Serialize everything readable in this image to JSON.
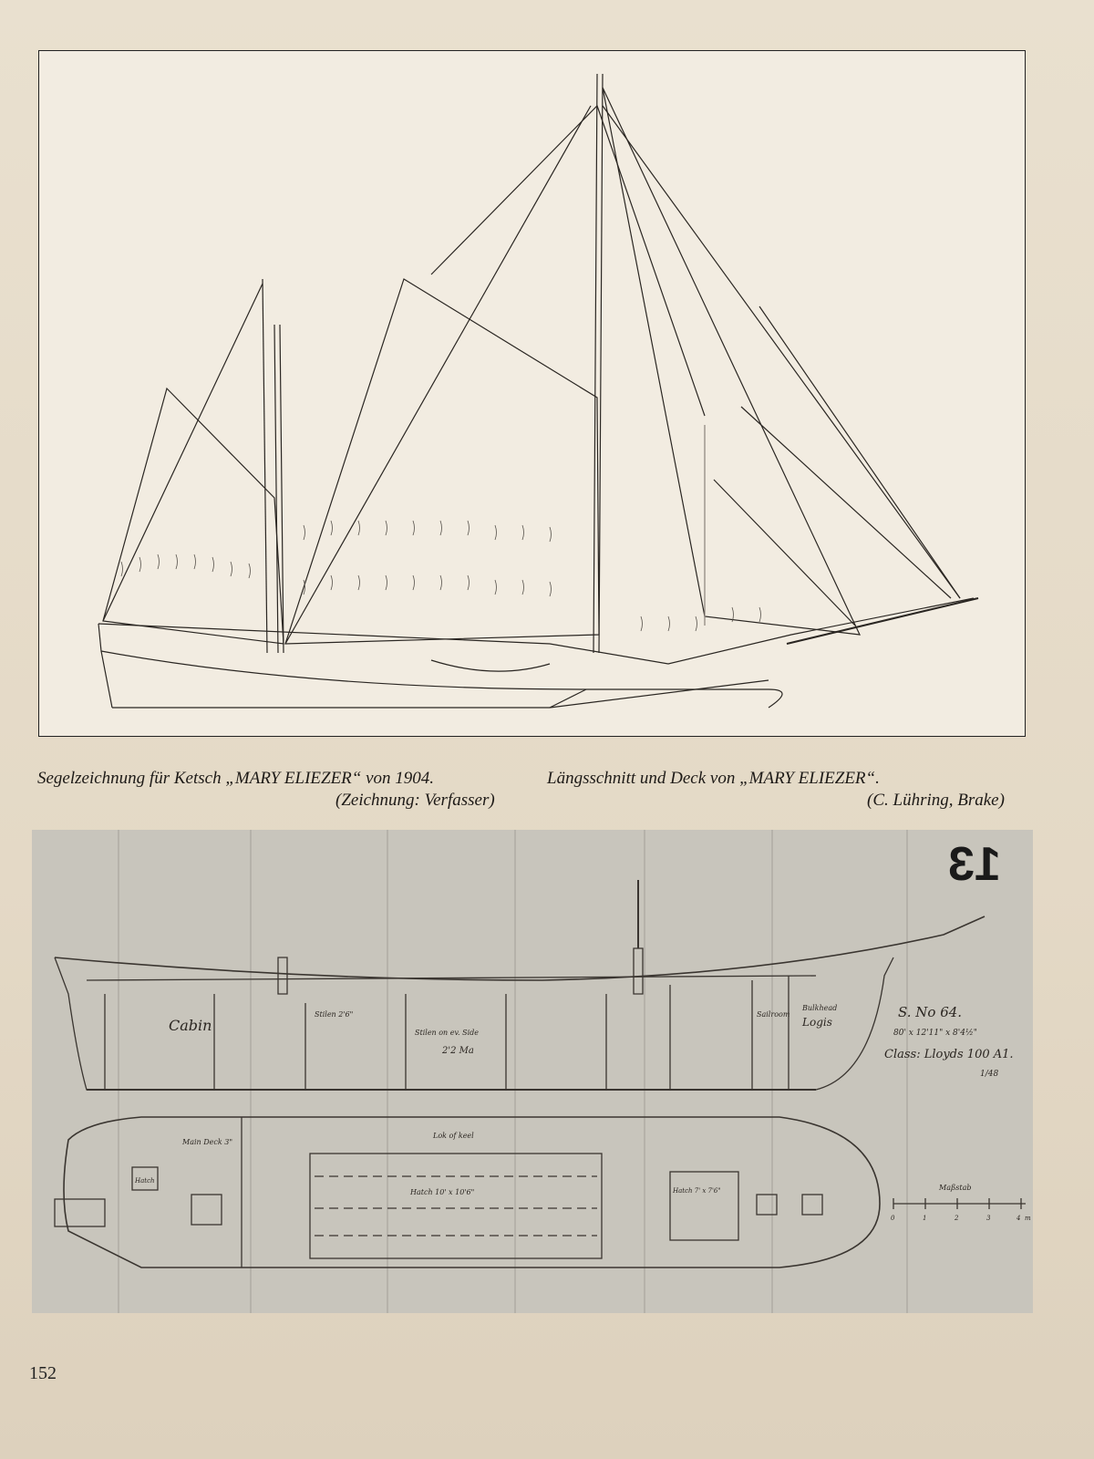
{
  "caption_left": {
    "title": "Segelzeichnung für Ketsch „MARY ELIEZER“ von 1904.",
    "credit": "(Zeichnung: Verfasser)"
  },
  "caption_right": {
    "title": "Längsschnitt und Deck von „MARY ELIEZER“.",
    "credit": "(C. Lühring, Brake)"
  },
  "plan": {
    "sheet_number": "13",
    "labels": {
      "cabin": "Cabin",
      "logis": "Logis",
      "sail_room": "Sailroom",
      "stiles": "Stilen 2'6\"",
      "stiles2": "Stilen on ev. Side",
      "stiles3": "2'2 Ma",
      "deck_cabin": "Main Deck 3\"",
      "hatch1": "Hatch",
      "hatch_main": "Hatch 10' x 10'6\"",
      "hatch_fore": "Hatch 7' x 7'6\"",
      "keel": "Lok of keel",
      "bulkhead": "Bulkhead"
    },
    "ship_no": "S. No 64.",
    "dimensions": "80' x 12'11\" x 8'4½\"",
    "class": "Class: Lloyds 100 A1.",
    "scale_ratio": "1/48",
    "scale_title": "Maßstab",
    "scale_ticks": [
      "0",
      "1",
      "2",
      "3",
      "4",
      "m"
    ]
  },
  "page_number": "152"
}
